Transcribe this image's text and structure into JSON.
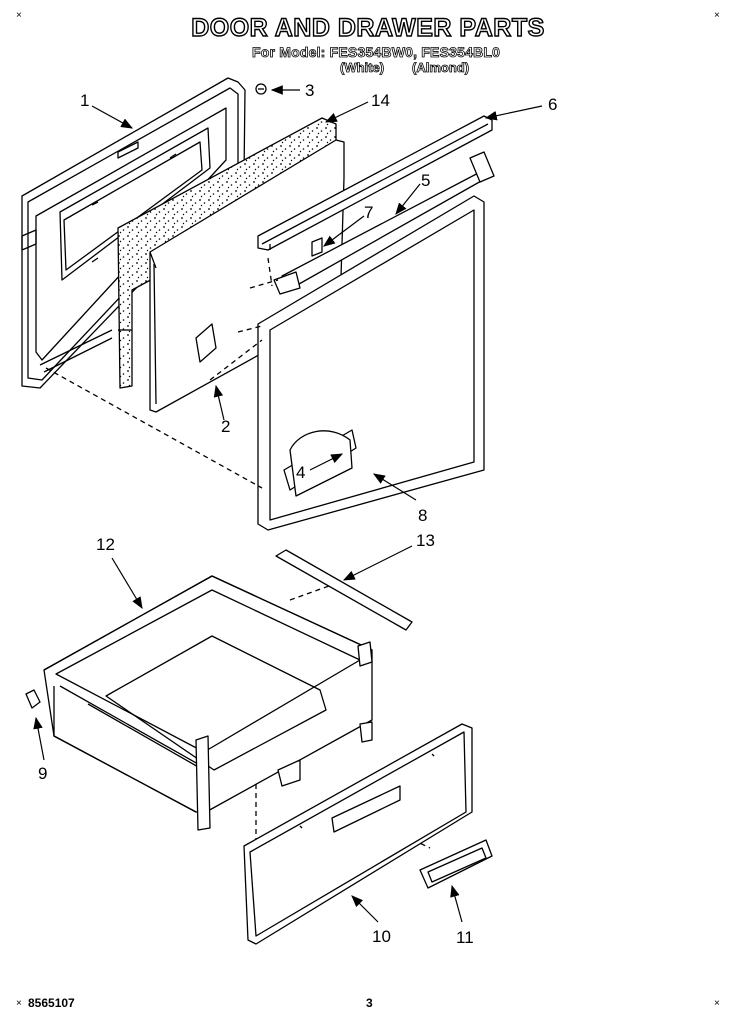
{
  "header": {
    "title": "DOOR AND DRAWER PARTS",
    "model_line": "For Model: FES354BW0, FES354BL0",
    "color_white": "(White)",
    "color_almond": "(Almond)"
  },
  "callouts": [
    "1",
    "2",
    "3",
    "4",
    "5",
    "6",
    "7",
    "8",
    "9",
    "10",
    "11",
    "12",
    "13",
    "14"
  ],
  "footer": {
    "part_code": "8565107",
    "page_number": "3"
  },
  "marks": {
    "corner": "×"
  }
}
